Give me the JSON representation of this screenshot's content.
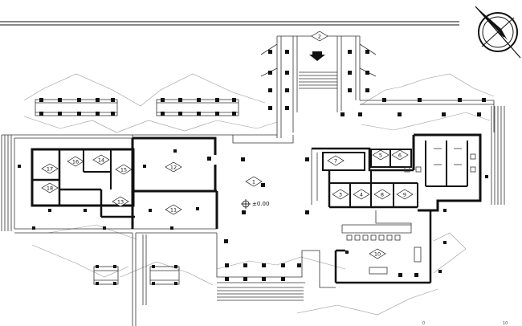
{
  "plan": {
    "elevation_label": "±0.00",
    "rooms": [
      {
        "id": "2",
        "label": "2"
      },
      {
        "id": "1",
        "label": "1"
      },
      {
        "id": "3",
        "label": "3"
      },
      {
        "id": "4",
        "label": "4"
      },
      {
        "id": "5",
        "label": "5"
      },
      {
        "id": "6",
        "label": "6"
      },
      {
        "id": "7",
        "label": "7"
      },
      {
        "id": "8",
        "label": "8"
      },
      {
        "id": "9",
        "label": "9"
      },
      {
        "id": "10",
        "label": "10"
      },
      {
        "id": "11",
        "label": "11"
      },
      {
        "id": "12",
        "label": "12"
      },
      {
        "id": "13",
        "label": "13"
      },
      {
        "id": "14",
        "label": "14"
      },
      {
        "id": "15",
        "label": "15"
      },
      {
        "id": "16",
        "label": "16"
      },
      {
        "id": "17",
        "label": "17"
      },
      {
        "id": "18",
        "label": "18"
      }
    ],
    "corner_marks": {
      "bottom_center": "0",
      "bottom_right": "10"
    }
  }
}
